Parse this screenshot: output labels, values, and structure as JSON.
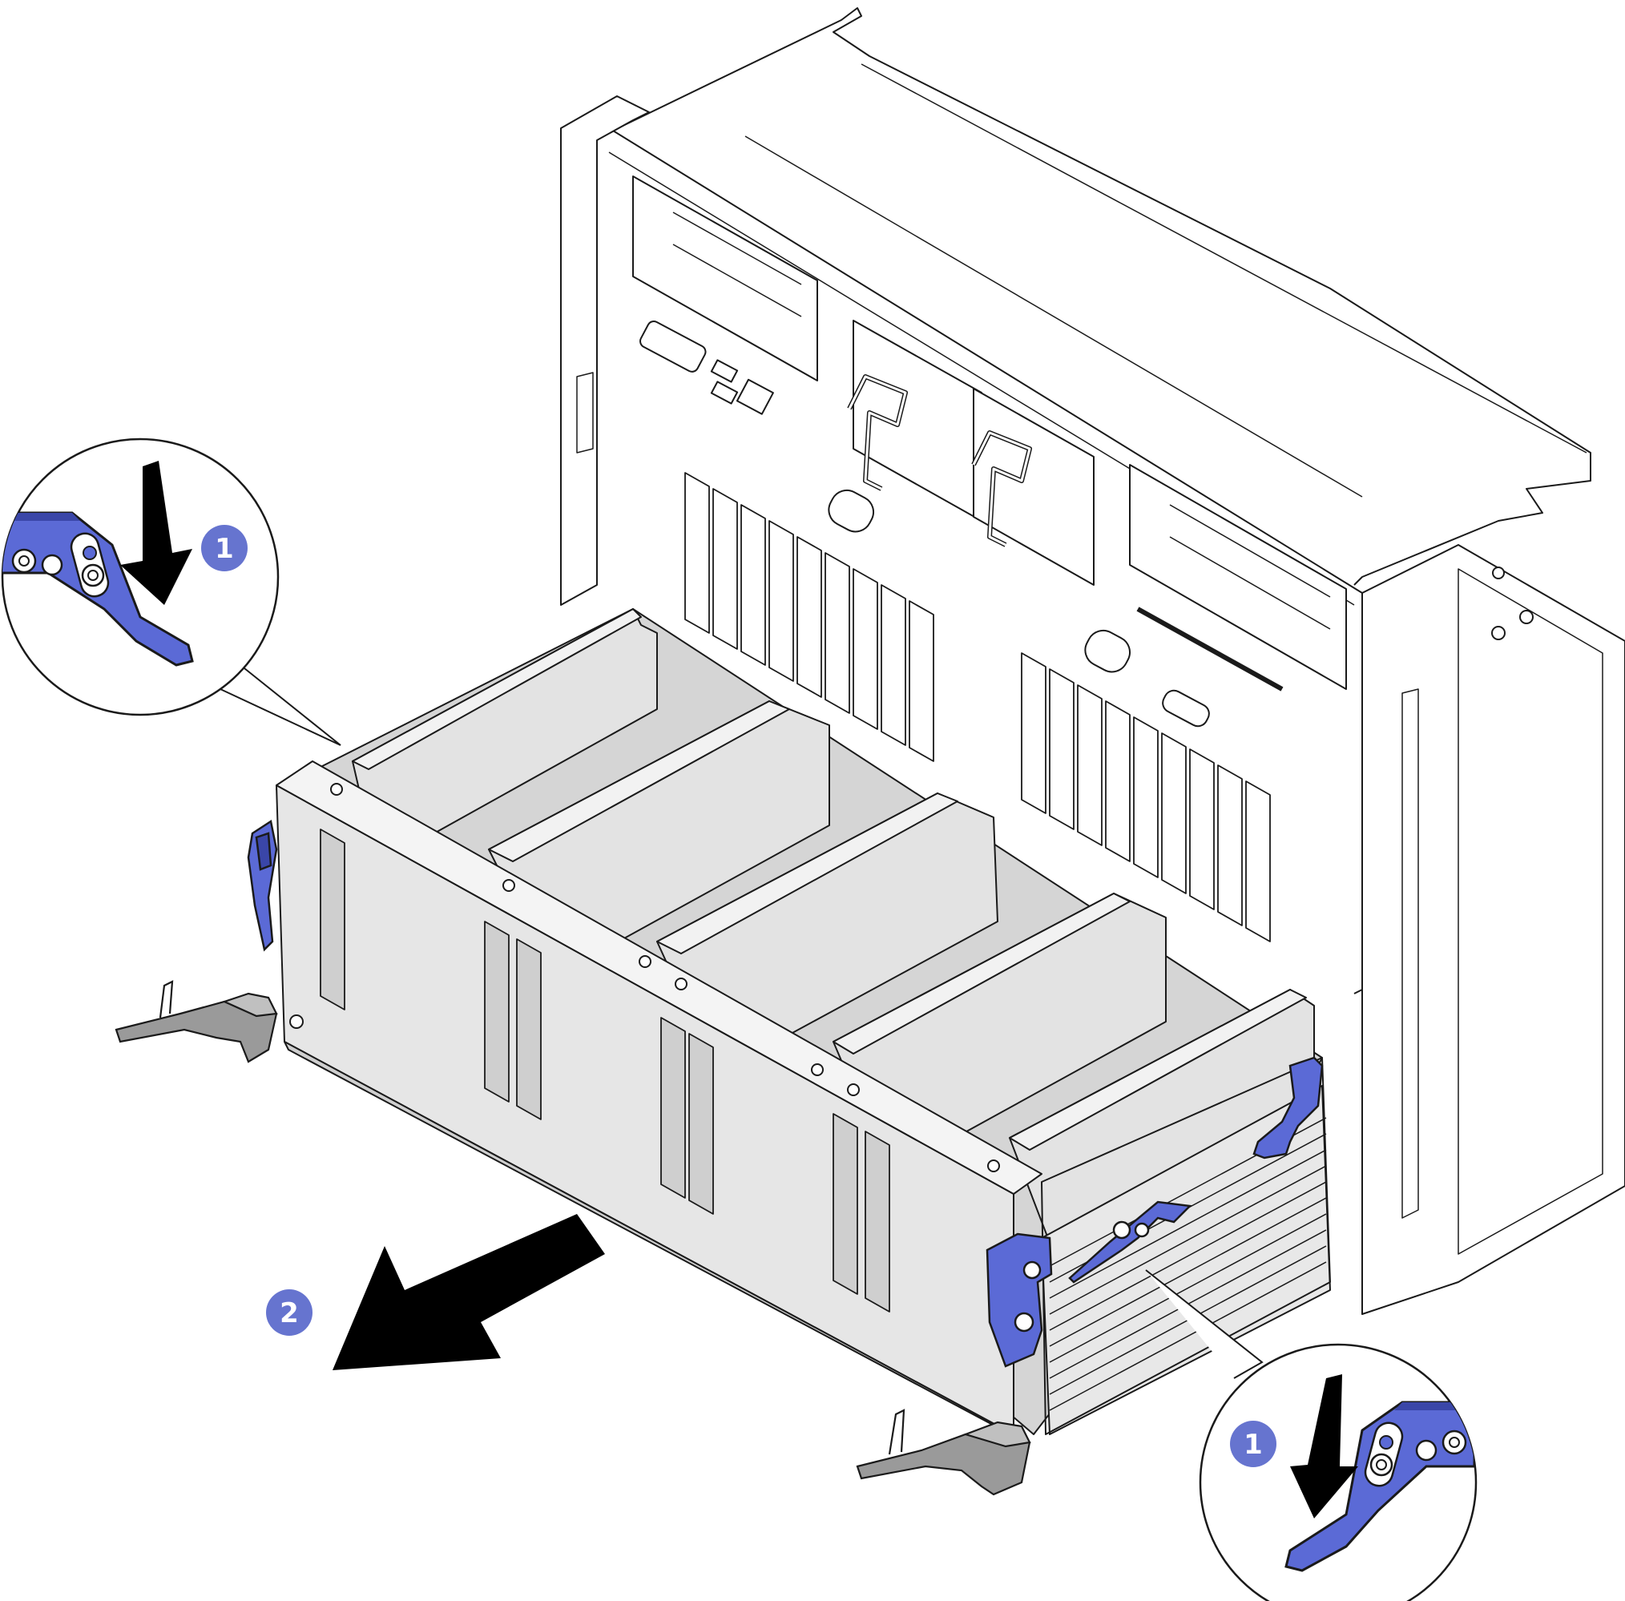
{
  "colors": {
    "line": "#1a1a1a",
    "panel": "#e6e6e6",
    "panel_dark": "#cfcfcf",
    "chassis": "#ffffff",
    "latch": "#5b6ad6",
    "latch_dark": "#3a46a8",
    "bracket": "#9a9a9a",
    "callout": "#6674cf",
    "arrow": "#000000"
  },
  "callouts": [
    {
      "id": "step-1-left",
      "label": "1"
    },
    {
      "id": "step-1-right",
      "label": "1"
    },
    {
      "id": "step-2",
      "label": "2"
    }
  ],
  "icons": {
    "press_arrow": "arrow-down-icon",
    "pull_arrow": "arrow-pull-icon"
  }
}
